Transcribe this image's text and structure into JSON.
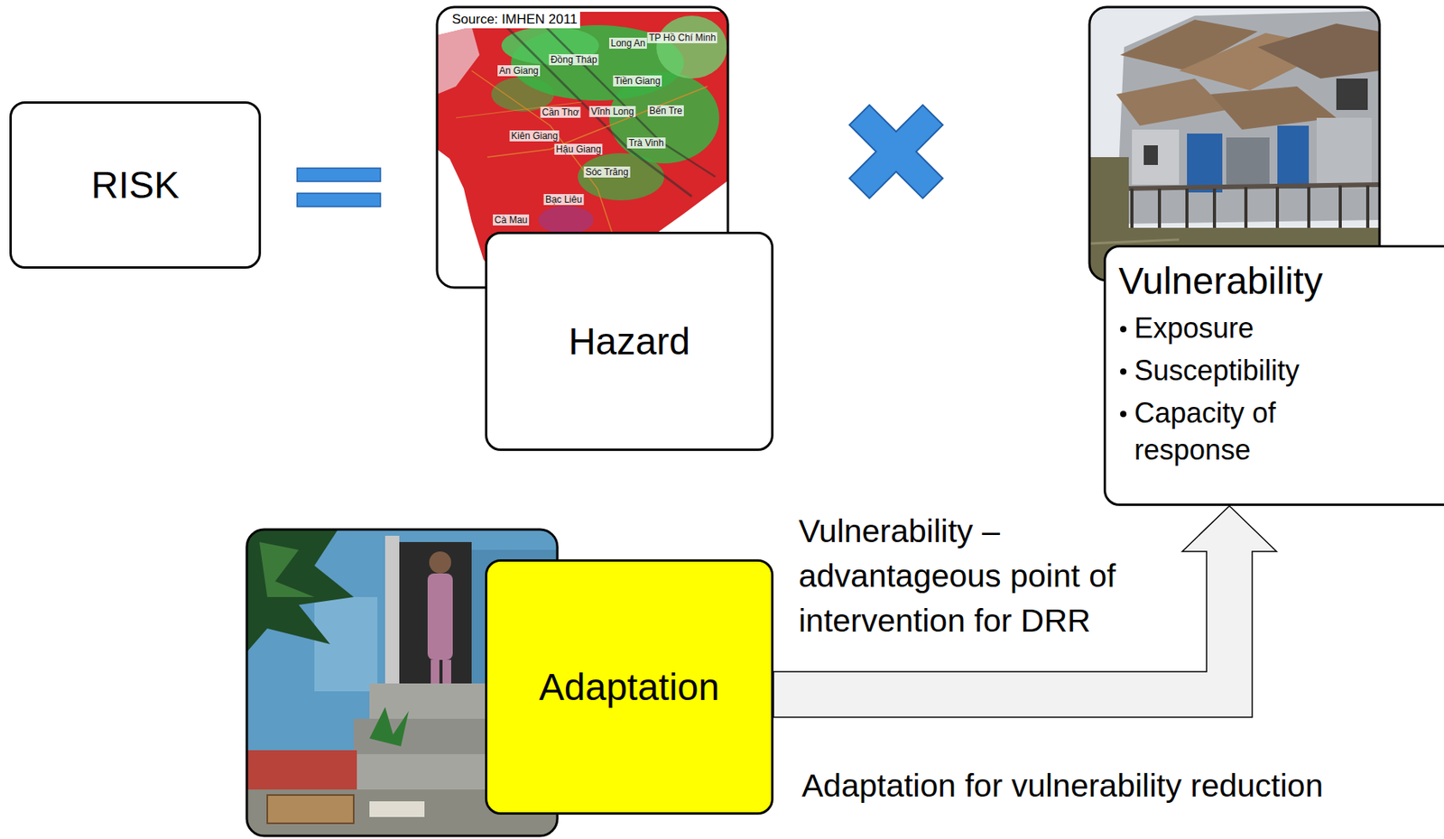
{
  "diagram": {
    "nodes": [
      {
        "text": [
          "RISK"
        ]
      },
      {
        "text": [
          "Hazard"
        ]
      },
      {
        "text": [
          "Vulnerability",
          "Exposure",
          "Susceptibility",
          "Capacity of response"
        ]
      },
      {
        "text": [
          "Adaptation"
        ]
      }
    ],
    "edges": [
      {
        "from": 3,
        "to": 2,
        "arrow": "to"
      }
    ],
    "labels": [
      "Source: IMHEN 2011",
      "Long An",
      "TP Hồ Chí Minh",
      "An Giang",
      "Đồng Tháp",
      "Tiền Giang",
      "Cần Thơ",
      "Vĩnh Long",
      "Bến Tre",
      "Kiên Giang",
      "Hậu Giang",
      "Trà Vinh",
      "Sóc Trăng",
      "Bạc Liêu",
      "Cà Mau",
      "Vulnerability – advantageous point of intervention for DRR",
      "Adaptation for vulnerability reduction"
    ]
  }
}
